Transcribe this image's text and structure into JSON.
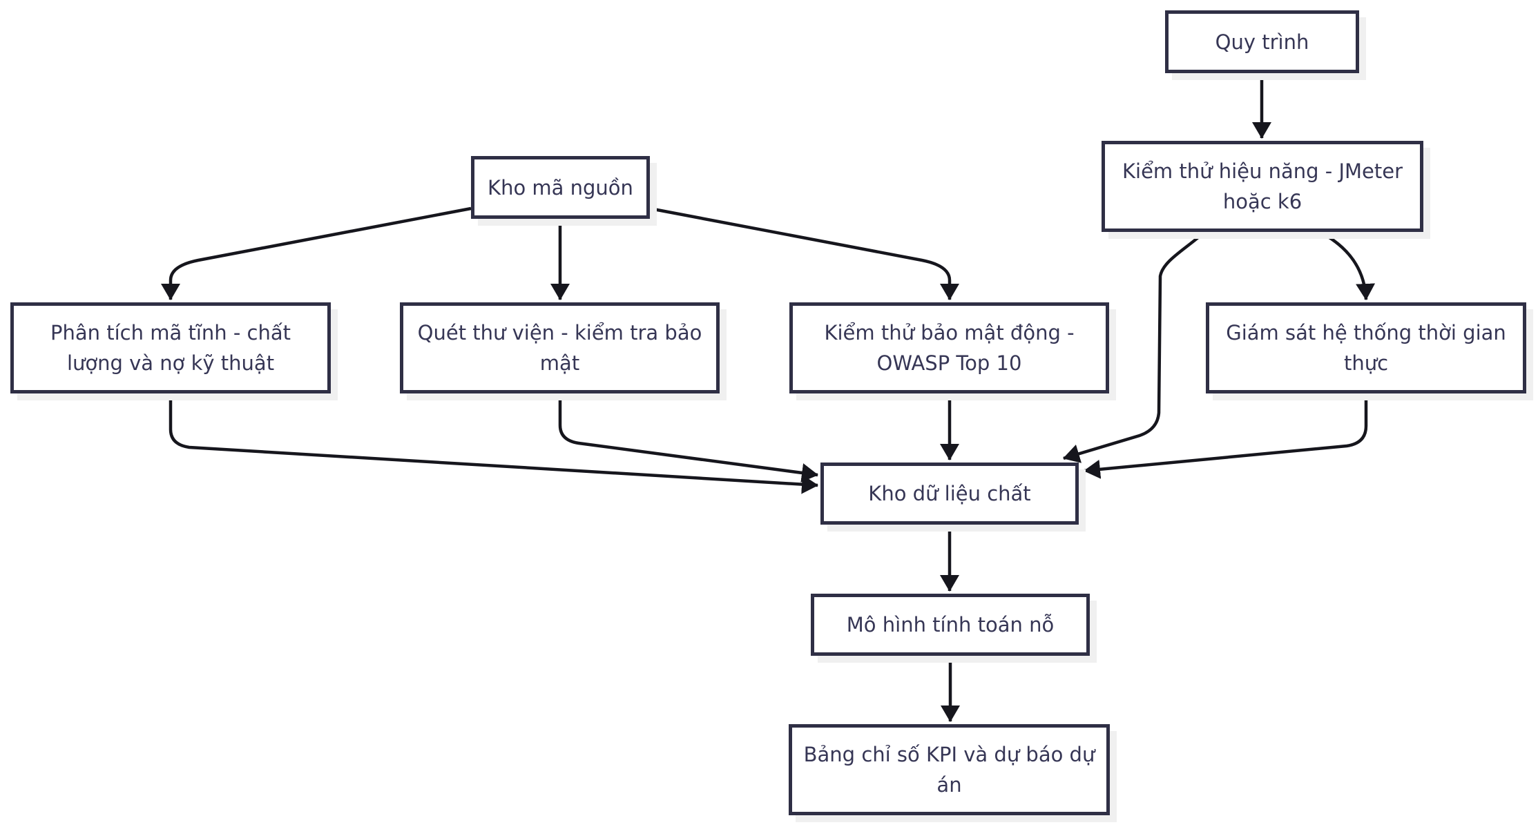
{
  "diagram": {
    "type": "flowchart",
    "direction": "top-down",
    "title": "",
    "nodes": [
      {
        "id": "process",
        "label": "Quy trình"
      },
      {
        "id": "performance-testing",
        "label": "Kiểm thử hiệu năng - JMeter hoặc k6"
      },
      {
        "id": "source-repo",
        "label": "Kho mã nguồn"
      },
      {
        "id": "static-analysis",
        "label": "Phân tích mã tĩnh - chất lượng và nợ kỹ thuật"
      },
      {
        "id": "library-scan",
        "label": "Quét thư viện - kiểm tra bảo mật"
      },
      {
        "id": "dast-security",
        "label": "Kiểm thử bảo mật động - OWASP Top 10"
      },
      {
        "id": "realtime-monitoring",
        "label": "Giám sát hệ thống thời gian thực"
      },
      {
        "id": "quality-data-store",
        "label": "Kho dữ liệu chất"
      },
      {
        "id": "effort-model",
        "label": "Mô hình tính toán nỗ"
      },
      {
        "id": "kpi-dashboard",
        "label": "Bảng chỉ số KPI và dự báo dự án"
      }
    ],
    "edges": [
      {
        "from": "process",
        "to": "performance-testing"
      },
      {
        "from": "source-repo",
        "to": "static-analysis"
      },
      {
        "from": "source-repo",
        "to": "library-scan"
      },
      {
        "from": "source-repo",
        "to": "dast-security"
      },
      {
        "from": "performance-testing",
        "to": "quality-data-store"
      },
      {
        "from": "performance-testing",
        "to": "realtime-monitoring"
      },
      {
        "from": "static-analysis",
        "to": "quality-data-store"
      },
      {
        "from": "library-scan",
        "to": "quality-data-store"
      },
      {
        "from": "dast-security",
        "to": "quality-data-store"
      },
      {
        "from": "realtime-monitoring",
        "to": "quality-data-store"
      },
      {
        "from": "quality-data-store",
        "to": "effort-model"
      },
      {
        "from": "effort-model",
        "to": "kpi-dashboard"
      }
    ],
    "colors": {
      "node_border": "#2f2f45",
      "node_fill": "#ffffff",
      "node_text": "#363655",
      "node_shadow": "#f0f0f0",
      "arrow": "#16161d",
      "background": "#ffffff"
    }
  }
}
